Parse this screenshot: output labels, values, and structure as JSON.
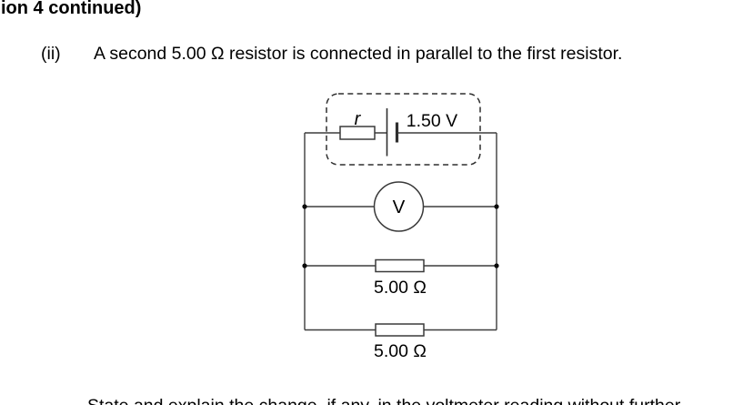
{
  "page": {
    "header_fragment": "ion 4 continued)",
    "question": {
      "number": "(ii)",
      "text": "A second 5.00 Ω resistor is connected in parallel to the first resistor."
    },
    "bottom_fragment": "State and explain the change, if any, in the voltmeter reading without further"
  },
  "circuit": {
    "internal_resistance_label": "r",
    "emf_label": "1.50 V",
    "voltmeter_label": "V",
    "resistor1_label": "5.00 Ω",
    "resistor2_label": "5.00 Ω",
    "colors": {
      "wire": "#3d3d3d",
      "text": "#000000",
      "background": "#ffffff"
    }
  }
}
